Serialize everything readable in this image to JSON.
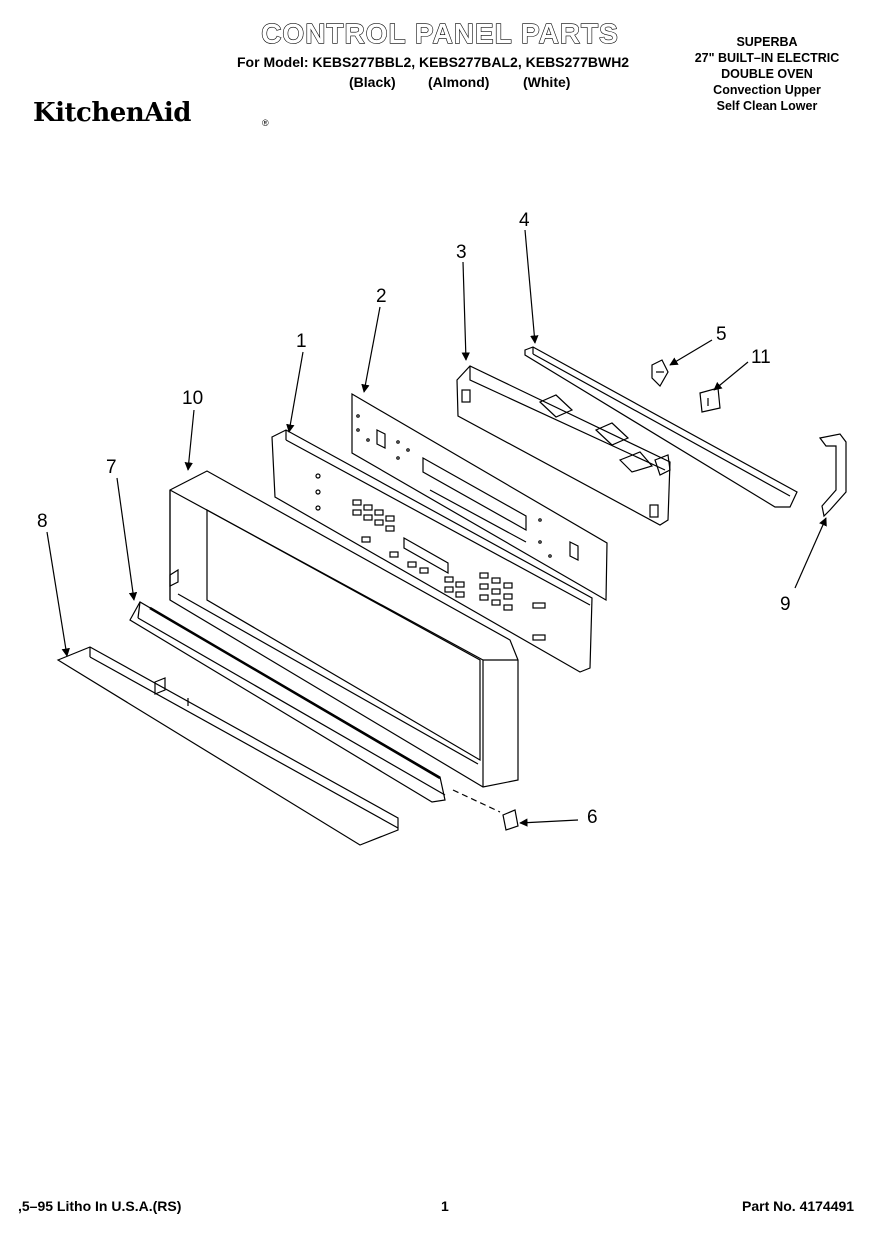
{
  "header": {
    "title": "CONTROL PANEL PARTS",
    "models_line": "For Model: KEBS277BBL2, KEBS277BAL2, KEBS277BWH2",
    "color_black": "(Black)",
    "color_almond": "(Almond)",
    "color_white": "(White)"
  },
  "product": {
    "line1": "SUPERBA",
    "line2": "27\" BUILT–IN ELECTRIC",
    "line3": "DOUBLE OVEN",
    "line4": "Convection Upper",
    "line5": "Self Clean Lower"
  },
  "brand": {
    "name": "KitchenAid",
    "mark": "®"
  },
  "callouts": {
    "c1": "1",
    "c2": "2",
    "c3": "3",
    "c4": "4",
    "c5": "5",
    "c6": "6",
    "c7": "7",
    "c8": "8",
    "c9": "9",
    "c10": "10",
    "c11": "11"
  },
  "footer": {
    "left": "5–95 Litho In U.S.A.(RS)",
    "page": "1",
    "part_no": "Part No. 4174491"
  }
}
